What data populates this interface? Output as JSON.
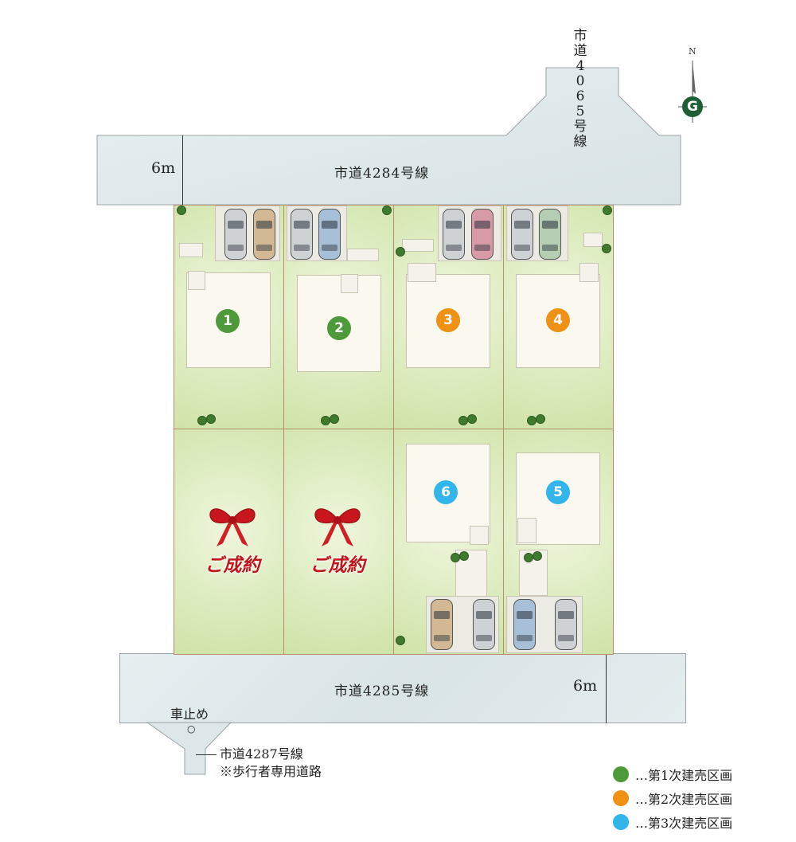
{
  "roads": {
    "north_name": "市道4284号線",
    "north_width": "6m",
    "south_name": "市道4285号線",
    "south_width": "6m",
    "vertical_chars": [
      "市",
      "道",
      "4",
      "0",
      "6",
      "5",
      "号",
      "線"
    ],
    "dead_end": "車止め",
    "dead_end_mark": "○",
    "pedestrian_road": "市道4287号線",
    "pedestrian_note": "※歩行者専用道路"
  },
  "compass": {
    "north": "N",
    "mark": "G"
  },
  "lots": [
    {
      "id": "1",
      "number": "1",
      "phase": "1"
    },
    {
      "id": "2",
      "number": "2",
      "phase": "1"
    },
    {
      "id": "3",
      "number": "3",
      "phase": "2"
    },
    {
      "id": "4",
      "number": "4",
      "phase": "2"
    },
    {
      "id": "6",
      "number": "6",
      "phase": "3"
    },
    {
      "id": "5",
      "number": "5",
      "phase": "3"
    }
  ],
  "sold": [
    {
      "label": "ご成約"
    },
    {
      "label": "ご成約"
    }
  ],
  "legend": [
    {
      "label": "…第1次建売区画",
      "color": "#4e9a3a"
    },
    {
      "label": "…第2次建売区画",
      "color": "#ee9114"
    },
    {
      "label": "…第3次建売区画",
      "color": "#32b5ea"
    }
  ],
  "colors": {
    "phase1": "#4e9a3a",
    "phase2": "#ee9114",
    "phase3": "#32b5ea",
    "sold": "#c0161c"
  }
}
